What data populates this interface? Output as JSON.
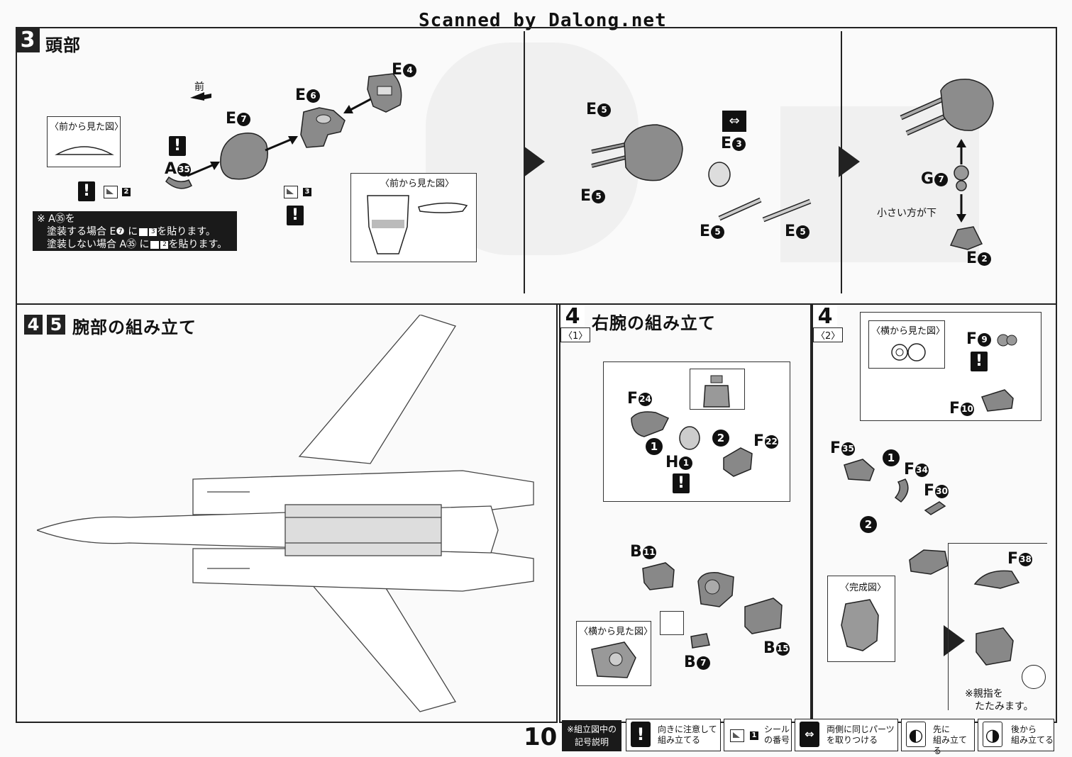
{
  "header": {
    "watermark": "Scanned by Dalong.net"
  },
  "step3": {
    "number": "3",
    "title": "頭部",
    "arrow_label": "前",
    "front_view_label": "〈前から見た図〉",
    "front_view_label2": "〈前から見た図〉",
    "parts": {
      "e4": "E",
      "e4n": "4",
      "e6": "E",
      "e6n": "6",
      "e7": "E",
      "e7n": "7",
      "a35": "A",
      "a35n": "35",
      "e5a": "E",
      "e5an": "5",
      "e5b": "E",
      "e5bn": "5",
      "e5c": "E",
      "e5cn": "5",
      "e5d": "E",
      "e5dn": "5",
      "e3": "E",
      "e3n": "3",
      "g7": "G",
      "g7n": "7",
      "e2": "E",
      "e2n": "2"
    },
    "seal_a": "2",
    "seal_b": "3",
    "note_line1": "※ A㉟を",
    "note_line2": "塗装する場合 E❼ に",
    "note_seal2": "3",
    "note_line2b": "を貼ります。",
    "note_line3": "塗装しない場合 A㉟ に",
    "note_seal3": "2",
    "note_line3b": "を貼ります。",
    "small_side": "小さい方が下"
  },
  "step45": {
    "num1": "4",
    "num2": "5",
    "title": "腕部の組み立て"
  },
  "step4_1": {
    "number": "4",
    "sub": "〈1〉",
    "title": "右腕の組み立て",
    "parts": {
      "f24": "F",
      "f24n": "24",
      "f22": "F",
      "f22n": "22",
      "h1": "H",
      "h1n": "1",
      "b11": "B",
      "b11n": "11",
      "b15": "B",
      "b15n": "15",
      "b7": "B",
      "b7n": "7"
    },
    "order1": "1",
    "order2": "2",
    "side_view": "〈横から見た図〉"
  },
  "step4_2": {
    "number": "4",
    "sub": "〈2〉",
    "side_view": "〈横から見た図〉",
    "parts": {
      "f9": "F",
      "f9n": "9",
      "f10": "F",
      "f10n": "10",
      "f35": "F",
      "f35n": "35",
      "f34": "F",
      "f34n": "34",
      "f30": "F",
      "f30n": "30",
      "f38": "F",
      "f38n": "38"
    },
    "order1": "1",
    "order2": "2",
    "complete_view": "〈完成図〉",
    "thumb_note1": "※親指を",
    "thumb_note2": "たたみます。"
  },
  "footer": {
    "page_number": "10",
    "legend_title": "※組立図中の\n記号説明",
    "items": [
      {
        "icon": "!",
        "text": "向きに注意して\n組み立てる"
      },
      {
        "icon": "1",
        "text": "シール\nの番号"
      },
      {
        "icon": "⇔",
        "text": "両側に同じパーツ\nを取りつける"
      },
      {
        "icon": "◐",
        "text": "先に\n組み立てる"
      },
      {
        "icon": "◑",
        "text": "後から\n組み立てる"
      }
    ]
  }
}
